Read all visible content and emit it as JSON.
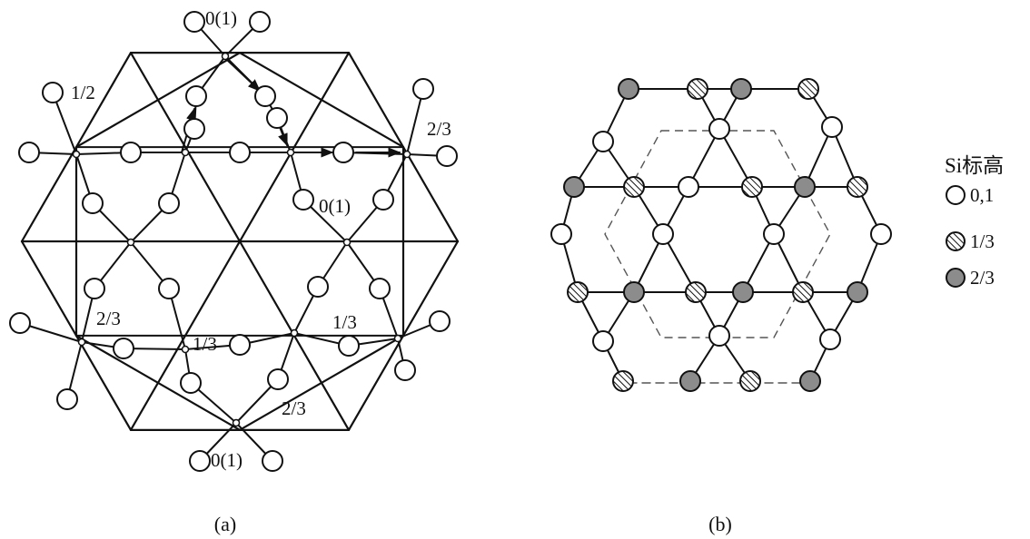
{
  "panel_a": {
    "caption": "(a)",
    "labels": {
      "top": "0(1)",
      "upper_left": "1/2",
      "upper_right": "2/3",
      "middle_right": "0(1)",
      "lower_left": "2/3",
      "lower_center": "1/3",
      "lower_right_mid": "1/3",
      "bottom_right": "2/3",
      "bottom": "0(1)"
    }
  },
  "panel_b": {
    "caption": "(b)"
  },
  "legend": {
    "title": "Si标高",
    "items": [
      {
        "label": "0,1",
        "style": "open"
      },
      {
        "label": "1/3",
        "style": "hatched"
      },
      {
        "label": "2/3",
        "style": "gray"
      }
    ]
  },
  "colors": {
    "ink": "#111111",
    "gray_fill": "#8c8c8c"
  }
}
